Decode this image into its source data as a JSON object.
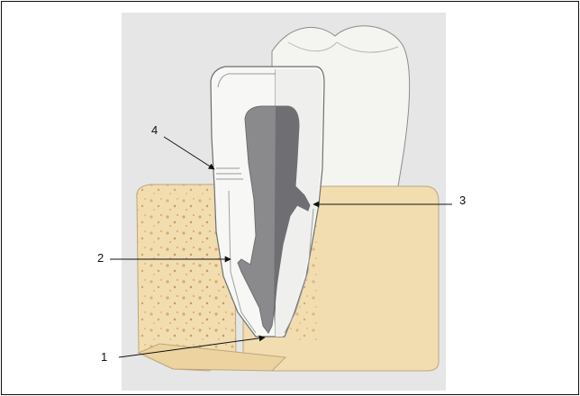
{
  "diagram": {
    "background_color": "#e6e6e6",
    "bone_color": "#f1ddb0",
    "tooth_color": "#f7f7f5",
    "pulp_color": "#8a8a8c",
    "spot_color": "#dda15e",
    "callouts": [
      {
        "label": "1"
      },
      {
        "label": "2"
      },
      {
        "label": "3"
      },
      {
        "label": "4"
      }
    ]
  }
}
